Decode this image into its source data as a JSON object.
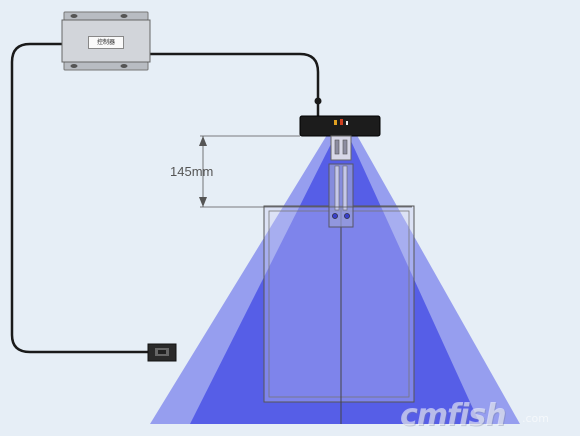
{
  "diagram": {
    "dimension_label": "145mm",
    "controller_label": "控制器",
    "watermark": "cmfish",
    "watermark_suffix": ".com"
  },
  "colors": {
    "background": "#e6eef6",
    "outer_beam": "#8f97ee",
    "inner_beam": "#4f56e6",
    "tank_fill": "#c9cbf4",
    "cable": "#1a1a1a"
  }
}
